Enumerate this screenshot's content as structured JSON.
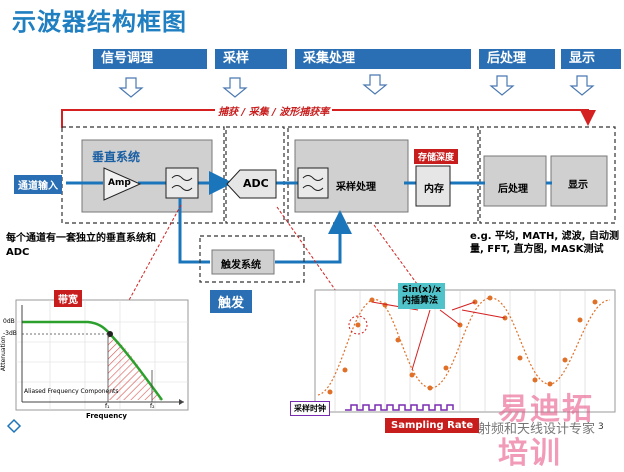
{
  "title": "示波器结构框图",
  "stages": {
    "signal_conditioning": "信号调理",
    "sampling": "采样",
    "acquisition": "采集处理",
    "post_processing": "后处理",
    "display": "显示"
  },
  "capture_rate": "捕获 / 采集 / 波形捕获率",
  "channel_input": "通道输入",
  "vertical_system": "垂直系统",
  "amp": "Amp",
  "adc": "ADC",
  "sample_processing": "采样处理",
  "storage_depth": "存储深度",
  "memory": "内存",
  "post_processing_box": "后处理",
  "display_box": "显示",
  "note_channel": "每个通道有一套独立的垂直系统和ADC",
  "trigger_system": "触发系统",
  "trigger": "触发",
  "post_note": "e.g. 平均, MATH, 滤波, 自动测量, FFT, 直方图, MASK测试",
  "bandwidth": "带宽",
  "bw_graph": {
    "label_0db": "0dB",
    "label_3db": "-3dB",
    "ylabel": "Attenuation",
    "xlabel": "Frequency",
    "aliased": "Aliased Frequency Components",
    "f1": "f₁",
    "f2": "f₂"
  },
  "sinc_label": "Sin(x)/x\n内插算法",
  "sample_clock": "采样时钟",
  "sampling_rate": "Sampling Rate",
  "watermark": "易迪拓培训",
  "watermark_sub": "射频和天线设计专家",
  "page_num": "3"
}
